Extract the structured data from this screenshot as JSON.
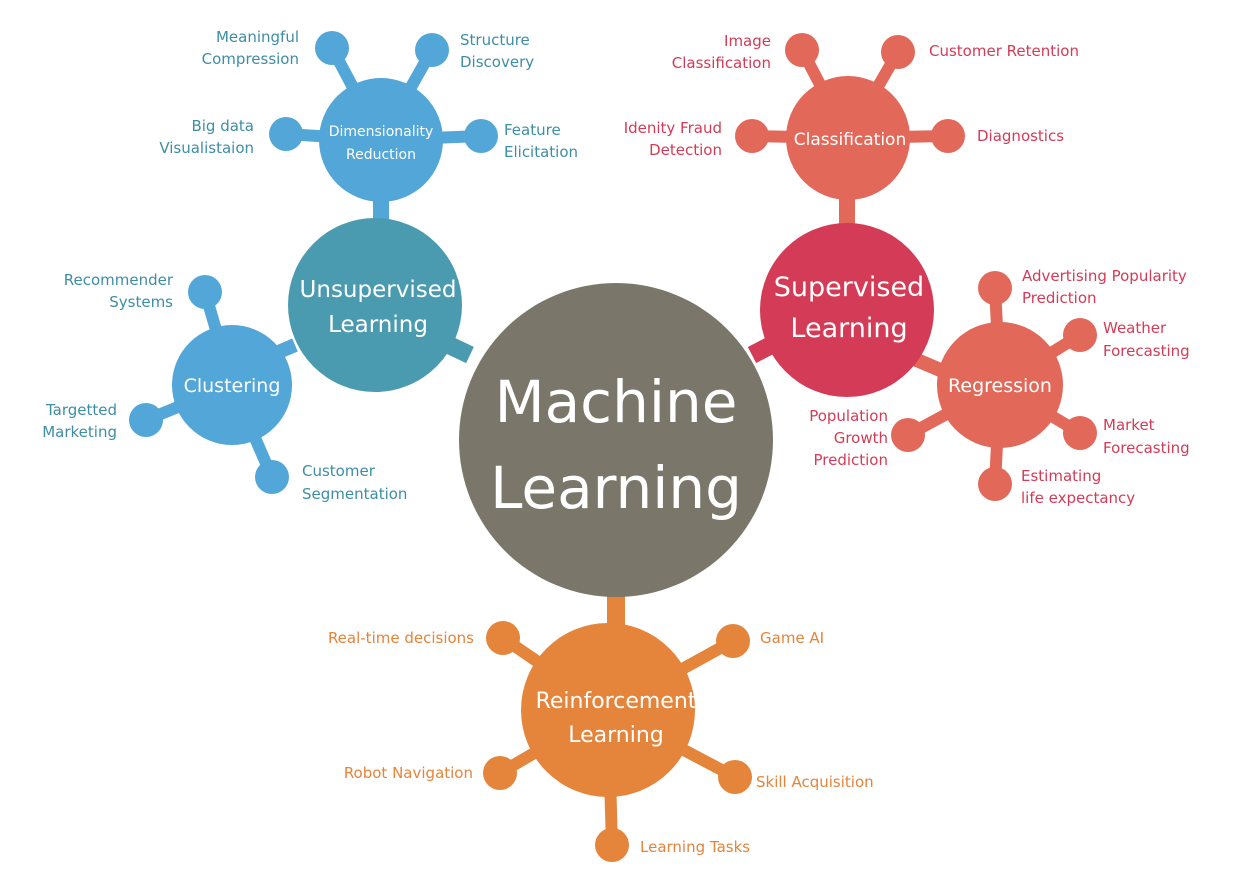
{
  "colors": {
    "centre": "#7a766a",
    "unsupervised": "#4a9bb0",
    "unsupervised_sub": "#53a6d8",
    "unsupervised_text": "#3d8ea5",
    "supervised": "#d43b56",
    "supervised_sub": "#e2685a",
    "supervised_text": "#d43b56",
    "reinforcement": "#e5843b",
    "reinforcement_text": "#e5843b"
  },
  "centre": {
    "line1": "Machine",
    "line2": "Learning"
  },
  "unsupervised": {
    "line1": "Unsupervised",
    "line2": "Learning",
    "dimensionality": {
      "line1": "Dimensionality",
      "line2": "Reduction",
      "leaves": [
        {
          "line1": "Meaningful",
          "line2": "Compression"
        },
        {
          "line1": "Structure",
          "line2": "Discovery"
        },
        {
          "line1": "Big data",
          "line2": "Visualistaion"
        },
        {
          "line1": "Feature",
          "line2": "Elicitation"
        }
      ]
    },
    "clustering": {
      "label": "Clustering",
      "leaves": [
        {
          "line1": "Recommender",
          "line2": "Systems"
        },
        {
          "line1": "Targetted",
          "line2": "Marketing"
        },
        {
          "line1": "Customer",
          "line2": "Segmentation"
        }
      ]
    }
  },
  "supervised": {
    "line1": "Supervised",
    "line2": "Learning",
    "classification": {
      "label": "Classification",
      "leaves": [
        {
          "line1": "Image",
          "line2": "Classification"
        },
        {
          "line1": "Customer Retention"
        },
        {
          "line1": "Idenity Fraud",
          "line2": "Detection"
        },
        {
          "line1": "Diagnostics"
        }
      ]
    },
    "regression": {
      "label": "Regression",
      "leaves": [
        {
          "line1": "Advertising Popularity",
          "line2": "Prediction"
        },
        {
          "line1": "Weather",
          "line2": "Forecasting"
        },
        {
          "line1": "Population",
          "line2": "Growth",
          "line3": "Prediction"
        },
        {
          "line1": "Market",
          "line2": "Forecasting"
        },
        {
          "line1": "Estimating",
          "line2": "life expectancy"
        }
      ]
    }
  },
  "reinforcement": {
    "line1": "Reinforcement",
    "line2": "Learning",
    "leaves": [
      {
        "line1": "Real-time decisions"
      },
      {
        "line1": "Game AI"
      },
      {
        "line1": "Robot Navigation"
      },
      {
        "line1": "Skill Acquisition"
      },
      {
        "line1": "Learning Tasks"
      }
    ]
  }
}
